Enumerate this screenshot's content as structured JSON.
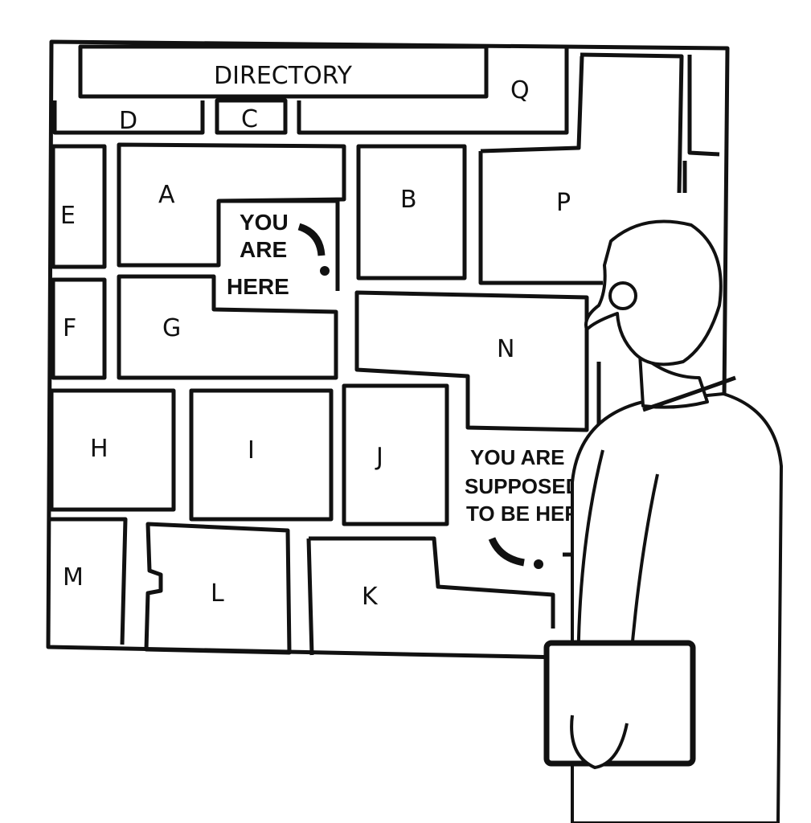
{
  "map": {
    "title": "DIRECTORY",
    "blocks": [
      "A",
      "B",
      "C",
      "D",
      "E",
      "F",
      "G",
      "H",
      "I",
      "J",
      "K",
      "L",
      "M",
      "N",
      "P",
      "Q"
    ],
    "you_are_here": [
      "YOU",
      "ARE",
      "HERE"
    ],
    "supposed_to_be_here": [
      "YOU ARE",
      "SUPPOSED",
      "TO BE HERE"
    ]
  },
  "colors": {
    "ink": "#111111",
    "paper": "#ffffff"
  }
}
